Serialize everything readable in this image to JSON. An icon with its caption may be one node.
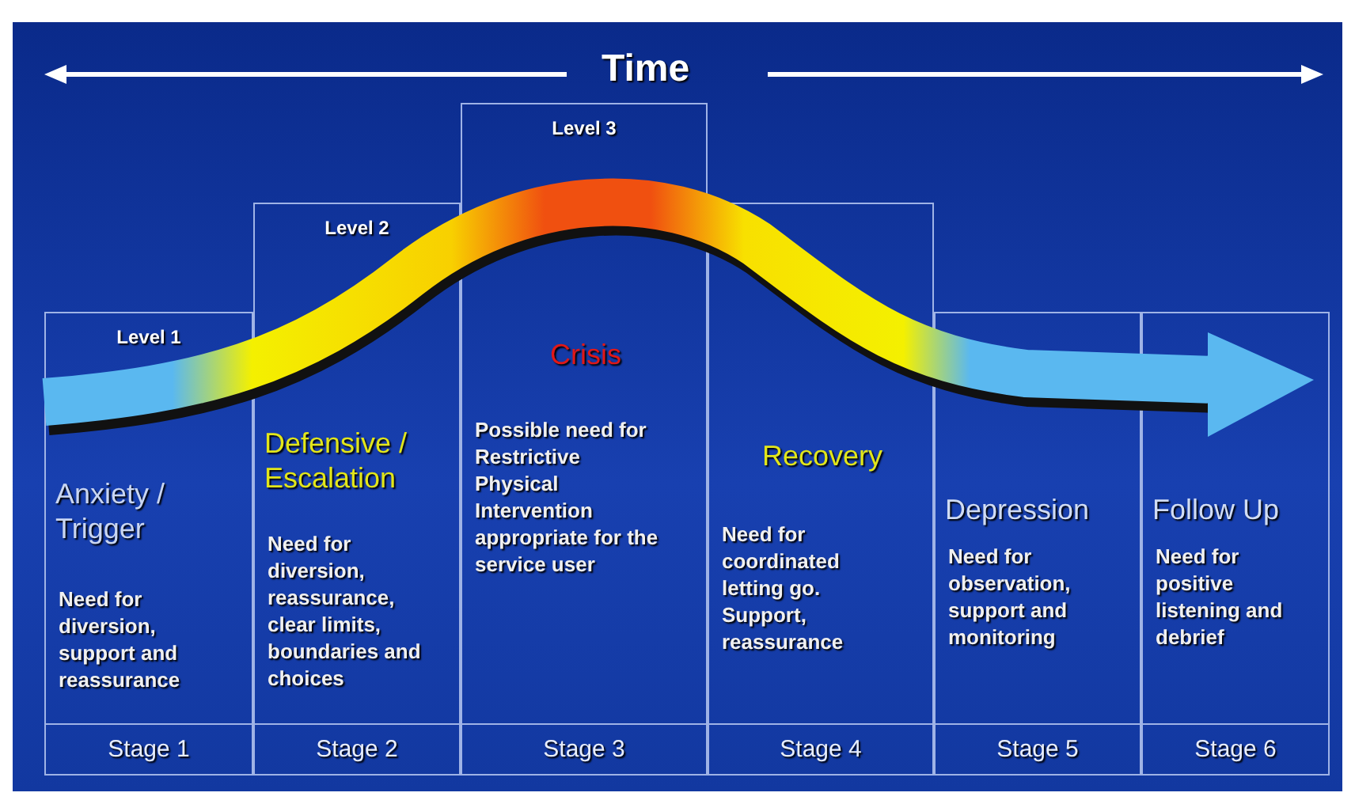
{
  "diagram": {
    "nodes": [
      {
        "text": [
          "Level 1",
          "Anxiety / Trigger",
          "Need for diversion, support and reassurance",
          "Stage 1"
        ]
      },
      {
        "text": [
          "Level 2",
          "Defensive / Escalation",
          "Need for diversion, reassurance, clear limits, boundaries and choices",
          "Stage 2"
        ]
      },
      {
        "text": [
          "Level 3",
          "Crisis",
          "Possible need for Restrictive Physical Intervention appropriate for the service user",
          "Stage 3"
        ]
      },
      {
        "text": [
          "Recovery",
          "Need for coordinated letting go. Support, reassurance",
          "Stage 4"
        ]
      },
      {
        "text": [
          "Depression",
          "Need for observation, support and monitoring",
          "Stage 5"
        ]
      },
      {
        "text": [
          "Follow Up",
          "Need for positive listening and debrief",
          "Stage 6"
        ]
      }
    ],
    "edges": [],
    "labels": [
      "Time"
    ]
  }
}
